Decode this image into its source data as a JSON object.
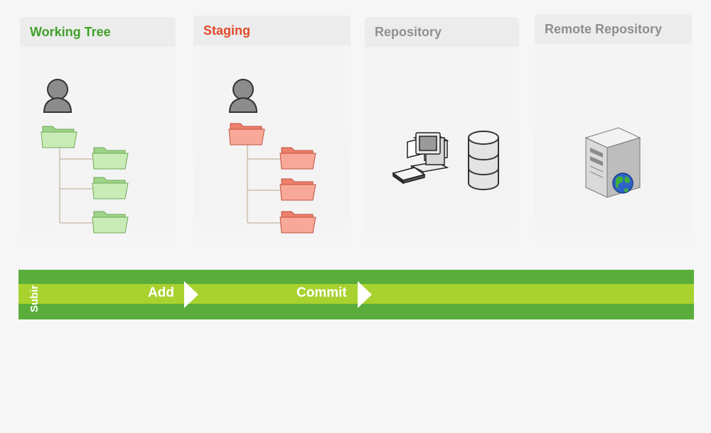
{
  "panels": [
    {
      "title": "Working Tree",
      "color": "#3fa12a",
      "folder_color": "green"
    },
    {
      "title": "Staging",
      "color": "#e24a2b",
      "folder_color": "red"
    },
    {
      "title": "Repository",
      "color": "#909090",
      "icons": [
        "desktop-computer-icon",
        "database-icon"
      ]
    },
    {
      "title": "Remote Repository",
      "color": "#8e8e8e",
      "icons": [
        "server-globe-icon"
      ]
    }
  ],
  "workflow": {
    "vertical_label": "Subir",
    "steps": [
      "Add",
      "Commit"
    ],
    "band_colors": {
      "outer": "#5aad3b",
      "inner": "#a8d22e"
    }
  }
}
